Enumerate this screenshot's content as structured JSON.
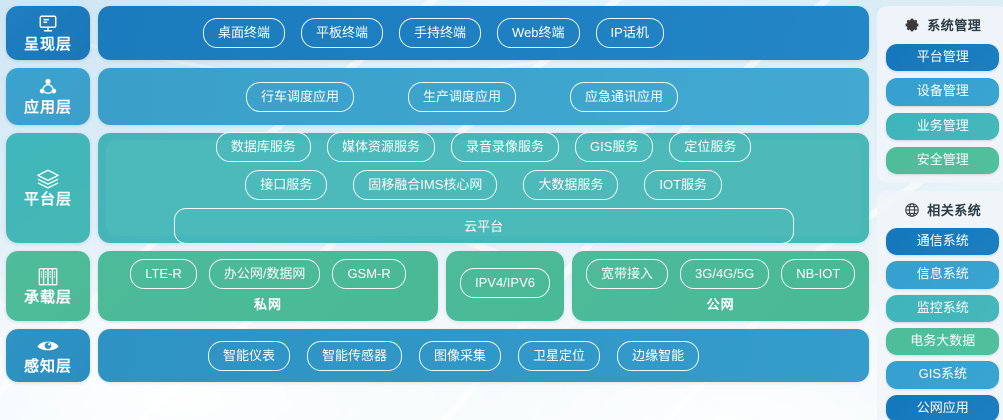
{
  "theme": {
    "presentation_color": "#1b7cbd",
    "application_color": "#3aa0ca",
    "platform_color": "#45b7b8",
    "bearing_color": "#4cbb99",
    "sensing_color": "#2e93c3",
    "sidebar_panel_bg": "#f0f5f9"
  },
  "layers": [
    {
      "id": "presentation",
      "icon": "monitor-icon",
      "label": "呈现层",
      "items": [
        "桌面终端",
        "平板终端",
        "手持终端",
        "Web终端",
        "IP话机"
      ]
    },
    {
      "id": "application",
      "icon": "nodes-icon",
      "label": "应用层",
      "items": [
        "行车调度应用",
        "生产调度应用",
        "应急通讯应用"
      ]
    },
    {
      "id": "platform",
      "icon": "layers-icon",
      "label": "平台层",
      "row1": [
        "数据库服务",
        "媒体资源服务",
        "录音录像服务",
        "GIS服务",
        "定位服务"
      ],
      "row2": [
        "接口服务",
        "固移融合IMS核心网",
        "大数据服务",
        "IOT服务"
      ],
      "wide": "云平台"
    },
    {
      "id": "bearing",
      "icon": "server-icon",
      "label": "承载层",
      "groups": [
        {
          "caption": "私网",
          "items": [
            "LTE-R",
            "办公网/数据网",
            "GSM-R"
          ]
        },
        {
          "caption": "",
          "items": [
            "IPV4/IPV6"
          ]
        },
        {
          "caption": "公网",
          "items": [
            "宽带接入",
            "3G/4G/5G",
            "NB-IOT"
          ]
        }
      ]
    },
    {
      "id": "sensing",
      "icon": "eye-icon",
      "label": "感知层",
      "items": [
        "智能仪表",
        "智能传感器",
        "图像采集",
        "卫星定位",
        "边缘智能"
      ]
    }
  ],
  "sidebar": {
    "panels": [
      {
        "id": "system-management",
        "icon": "gear-icon",
        "title": "系统管理",
        "buttons": [
          "平台管理",
          "设备管理",
          "业务管理",
          "安全管理"
        ]
      },
      {
        "id": "related-systems",
        "icon": "globe-icon",
        "title": "相关系统",
        "buttons": [
          "通信系统",
          "信息系统",
          "监控系统",
          "电务大数据",
          "GIS系统",
          "公网应用"
        ]
      }
    ]
  }
}
